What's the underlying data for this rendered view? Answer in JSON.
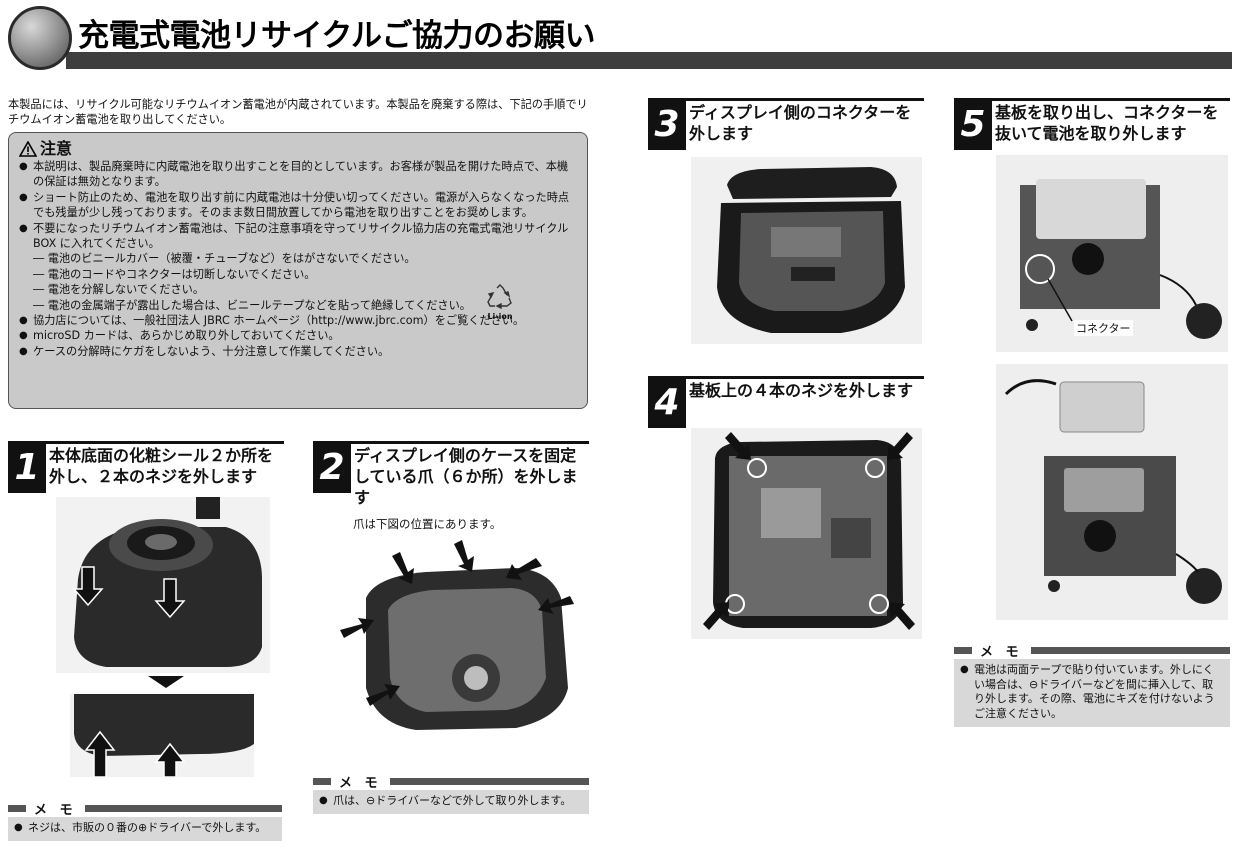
{
  "header": {
    "title": "充電式電池リサイクルご協力のお願い"
  },
  "intro": "本製品には、リサイクル可能なリチウムイオン蓄電池が内蔵されています。本製品を廃棄する際は、下記の手順でリチウムイオン蓄電池を取り出してください。",
  "caution": {
    "heading": "注意",
    "items": [
      "本説明は、製品廃棄時に内蔵電池を取り出すことを目的としています。お客様が製品を開けた時点で、本機の保証は無効となります。",
      "ショート防止のため、電池を取り出す前に内蔵電池は十分使い切ってください。電源が入らなくなった時点でも残量が少し残っております。そのまま数日間放置してから電池を取り出すことをお奨めします。",
      "不要になったリチウムイオン蓄電池は、下記の注意事項を守ってリサイクル協力店の充電式電池リサイクル BOX に入れてください。"
    ],
    "subitems": [
      "― 電池のビニールカバー（被覆・チューブなど）をはがさないでください。",
      "― 電池のコードやコネクターは切断しないでください。",
      "― 電池を分解しないでください。",
      "― 電池の金属端子が露出した場合は、ビニールテープなどを貼って絶縁してください。"
    ],
    "items2": [
      "協力店については、一般社団法人 JBRC ホームページ（http://www.jbrc.com）をご覧ください。",
      "microSD カードは、あらかじめ取り外しておいてください。",
      "ケースの分解時にケガをしないよう、十分注意して作業してください。"
    ],
    "recycle_label": "Li-ion"
  },
  "steps": [
    {
      "num": "1",
      "text": "本体底面の化粧シール２か所を外し、２本のネジを外します"
    },
    {
      "num": "2",
      "text": "ディスプレイ側のケースを固定している爪（６か所）を外します",
      "note": "爪は下図の位置にあります。"
    },
    {
      "num": "3",
      "text": "ディスプレイ側のコネクターを外します"
    },
    {
      "num": "4",
      "text": "基板上の４本のネジを外します"
    },
    {
      "num": "5",
      "text": "基板を取り出し、コネクターを抜いて電池を取り外します",
      "callout": "コネクター"
    }
  ],
  "memo": {
    "label": "メ モ",
    "m1": "ネジは、市販の０番の⊕ドライバーで外します。",
    "m2": "爪は、⊖ドライバーなどで外して取り外します。",
    "m5": "電池は両面テープで貼り付いています。外しにくい場合は、⊖ドライバーなどを間に挿入して、取り外します。その際、電池にキズを付けないようご注意ください。"
  }
}
